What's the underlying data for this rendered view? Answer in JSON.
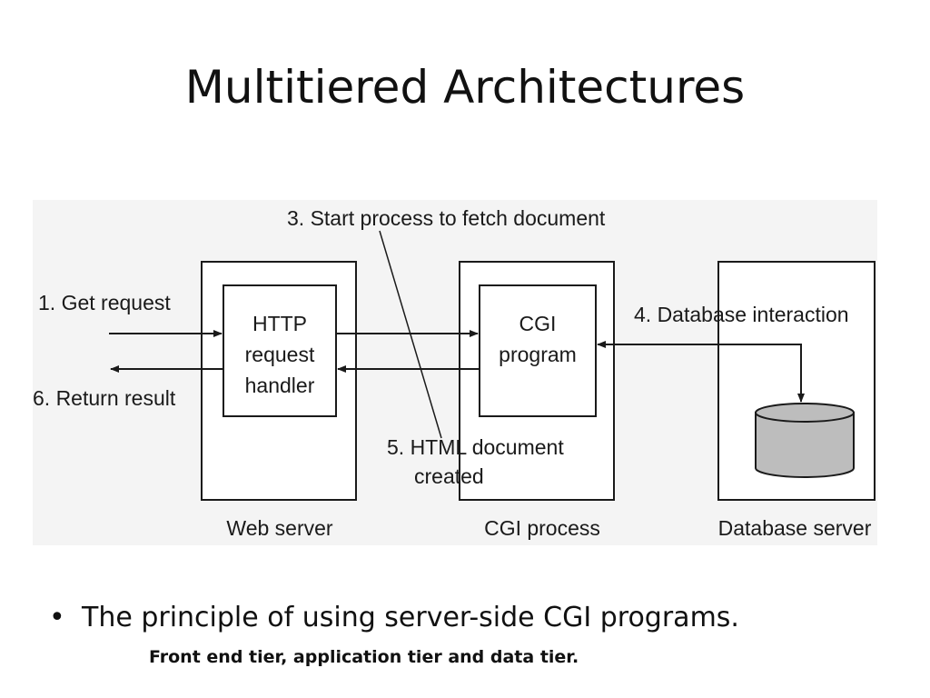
{
  "slide": {
    "title": "Multitiered Architectures",
    "bullet_symbol": "•",
    "bullet_text": "The principle of using server-side CGI programs.",
    "sub_text": "Front end tier, application tier and data tier."
  },
  "diagram": {
    "tiers": {
      "web_server": "Web server",
      "cgi_process": "CGI process",
      "database_server": "Database server"
    },
    "boxes": {
      "http_handler_lines": [
        "HTTP",
        "request",
        "handler"
      ],
      "cgi_program_lines": [
        "CGI",
        "program"
      ]
    },
    "steps": {
      "get_request": "1. Get request",
      "start_process": "3. Start process to fetch document",
      "database_interaction": "4. Database interaction",
      "html_document_line1": "5. HTML document",
      "html_document_line2": "created",
      "return_result": "6. Return result"
    },
    "colors": {
      "database_fill": "#bdbdbd",
      "figure_background": "#f4f4f4",
      "line": "#1a1a1a"
    }
  }
}
